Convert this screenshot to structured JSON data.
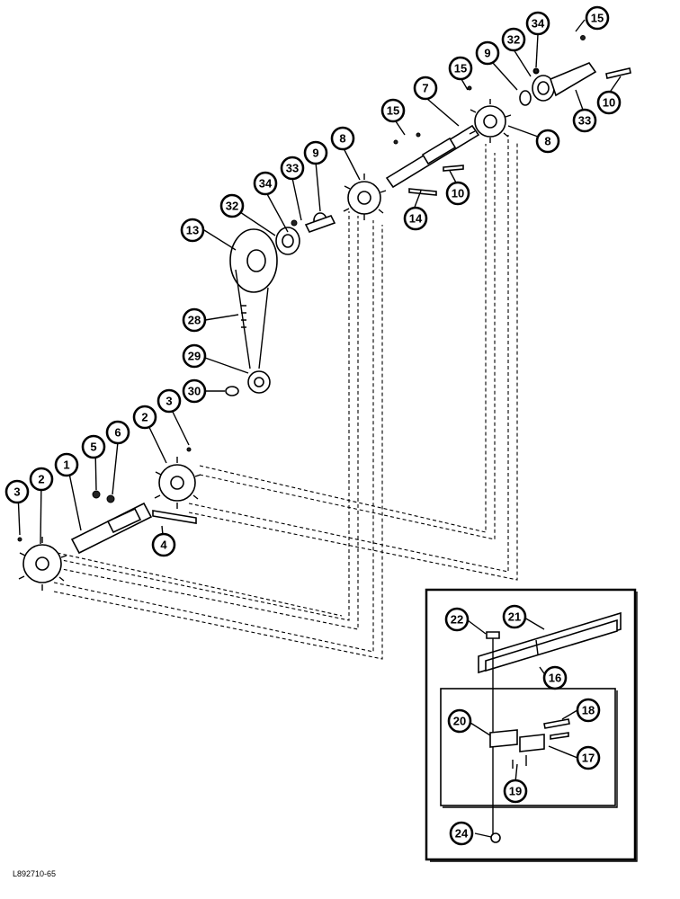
{
  "diagram": {
    "reference": "L892710-65",
    "callouts": {
      "c1": "1",
      "c2a": "2",
      "c2b": "2",
      "c3a": "3",
      "c3b": "3",
      "c4": "4",
      "c5": "5",
      "c6": "6",
      "c7": "7",
      "c8a": "8",
      "c8b": "8",
      "c9a": "9",
      "c9b": "9",
      "c10a": "10",
      "c10b": "10",
      "c13": "13",
      "c14": "14",
      "c15a": "15",
      "c15b": "15",
      "c15c": "15",
      "c16": "16",
      "c17": "17",
      "c18": "18",
      "c19": "19",
      "c20": "20",
      "c21": "21",
      "c22": "22",
      "c24": "24",
      "c28": "28",
      "c29": "29",
      "c30": "30",
      "c32a": "32",
      "c32b": "32",
      "c33a": "33",
      "c33b": "33",
      "c34a": "34",
      "c34b": "34"
    }
  }
}
